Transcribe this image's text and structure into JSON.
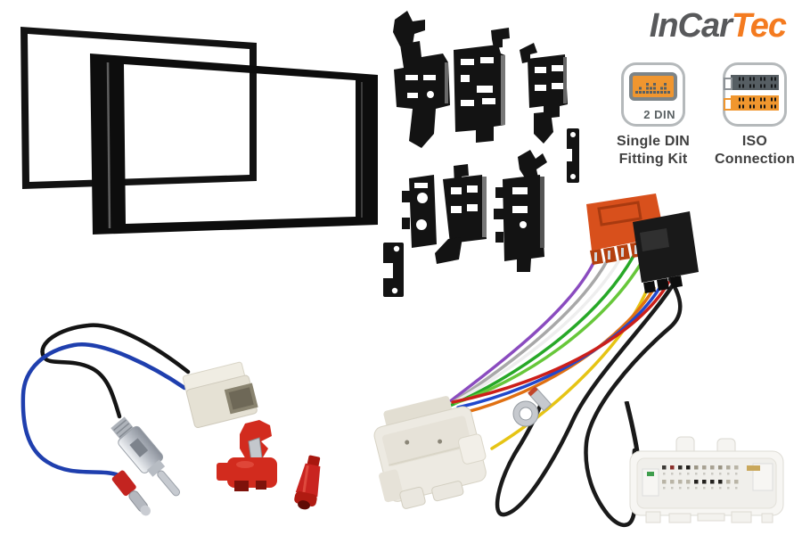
{
  "brand": {
    "text_primary": "InCar",
    "text_accent": "Tec",
    "color_primary": "#58595b",
    "color_accent": "#f47b20"
  },
  "badges": [
    {
      "icon": "2din-radio-icon",
      "icon_text": "2 DIN",
      "label_line1": "Single DIN",
      "label_line2": "Fitting Kit"
    },
    {
      "icon": "iso-connector-icon",
      "label_line1": "ISO",
      "label_line2": "Connection"
    }
  ],
  "palette": {
    "background": "#ffffff",
    "fascia_black": "#121212",
    "bracket_black": "#131313",
    "iso_orange_connector": "#d8501c",
    "iso_black_connector": "#191919",
    "cream_connector": "#ece9e0",
    "scotch_lock_red": "#d22b1e",
    "bullet_terminal_red": "#c92420",
    "din_plug_silver": "#c6cad0",
    "wire_purple": "#8a4bbf",
    "wire_gray": "#a8a8a8",
    "wire_white": "#eeeeee",
    "wire_green": "#27a827",
    "wire_light_green": "#67c73a",
    "wire_yellow": "#e6c414",
    "wire_orange": "#e07012",
    "wire_blue": "#2148cc",
    "wire_red": "#cc1f1a",
    "wire_black": "#1a1a1a",
    "antenna_wire_blue": "#1f3fae",
    "badge_icon_orange": "#f0962e",
    "badge_icon_gray": "#565e63",
    "badge_border_gray": "#b5b9bb",
    "badge_text": "#3f3f3f"
  }
}
